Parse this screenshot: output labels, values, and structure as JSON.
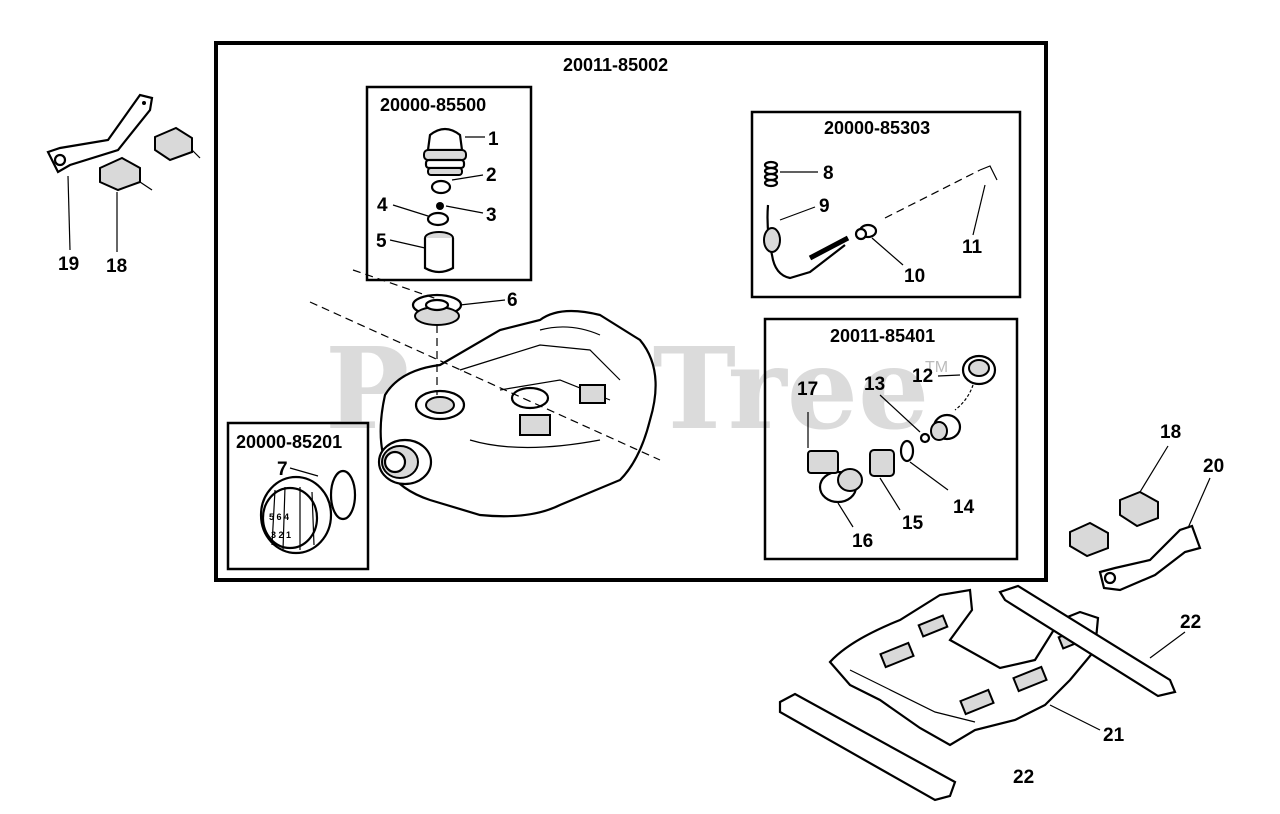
{
  "assemblies": {
    "main": "20011-85002",
    "cap": "20000-85500",
    "fuel_line": "20000-85303",
    "filter": "20011-85401",
    "spare_cap": "20000-85201"
  },
  "watermark": "PartsTree",
  "watermark_tm": "TM",
  "callouts": {
    "c1": "1",
    "c2": "2",
    "c3": "3",
    "c4": "4",
    "c5": "5",
    "c6": "6",
    "c7": "7",
    "c8": "8",
    "c9": "9",
    "c10": "10",
    "c11": "11",
    "c12": "12",
    "c13": "13",
    "c14": "14",
    "c15": "15",
    "c16": "16",
    "c17": "17",
    "c18a": "18",
    "c18b": "18",
    "c19": "19",
    "c20": "20",
    "c21": "21",
    "c22a": "22",
    "c22b": "22"
  },
  "spare_cap_text": {
    "line1": "5 6 4",
    "line2": "3 2 1"
  }
}
